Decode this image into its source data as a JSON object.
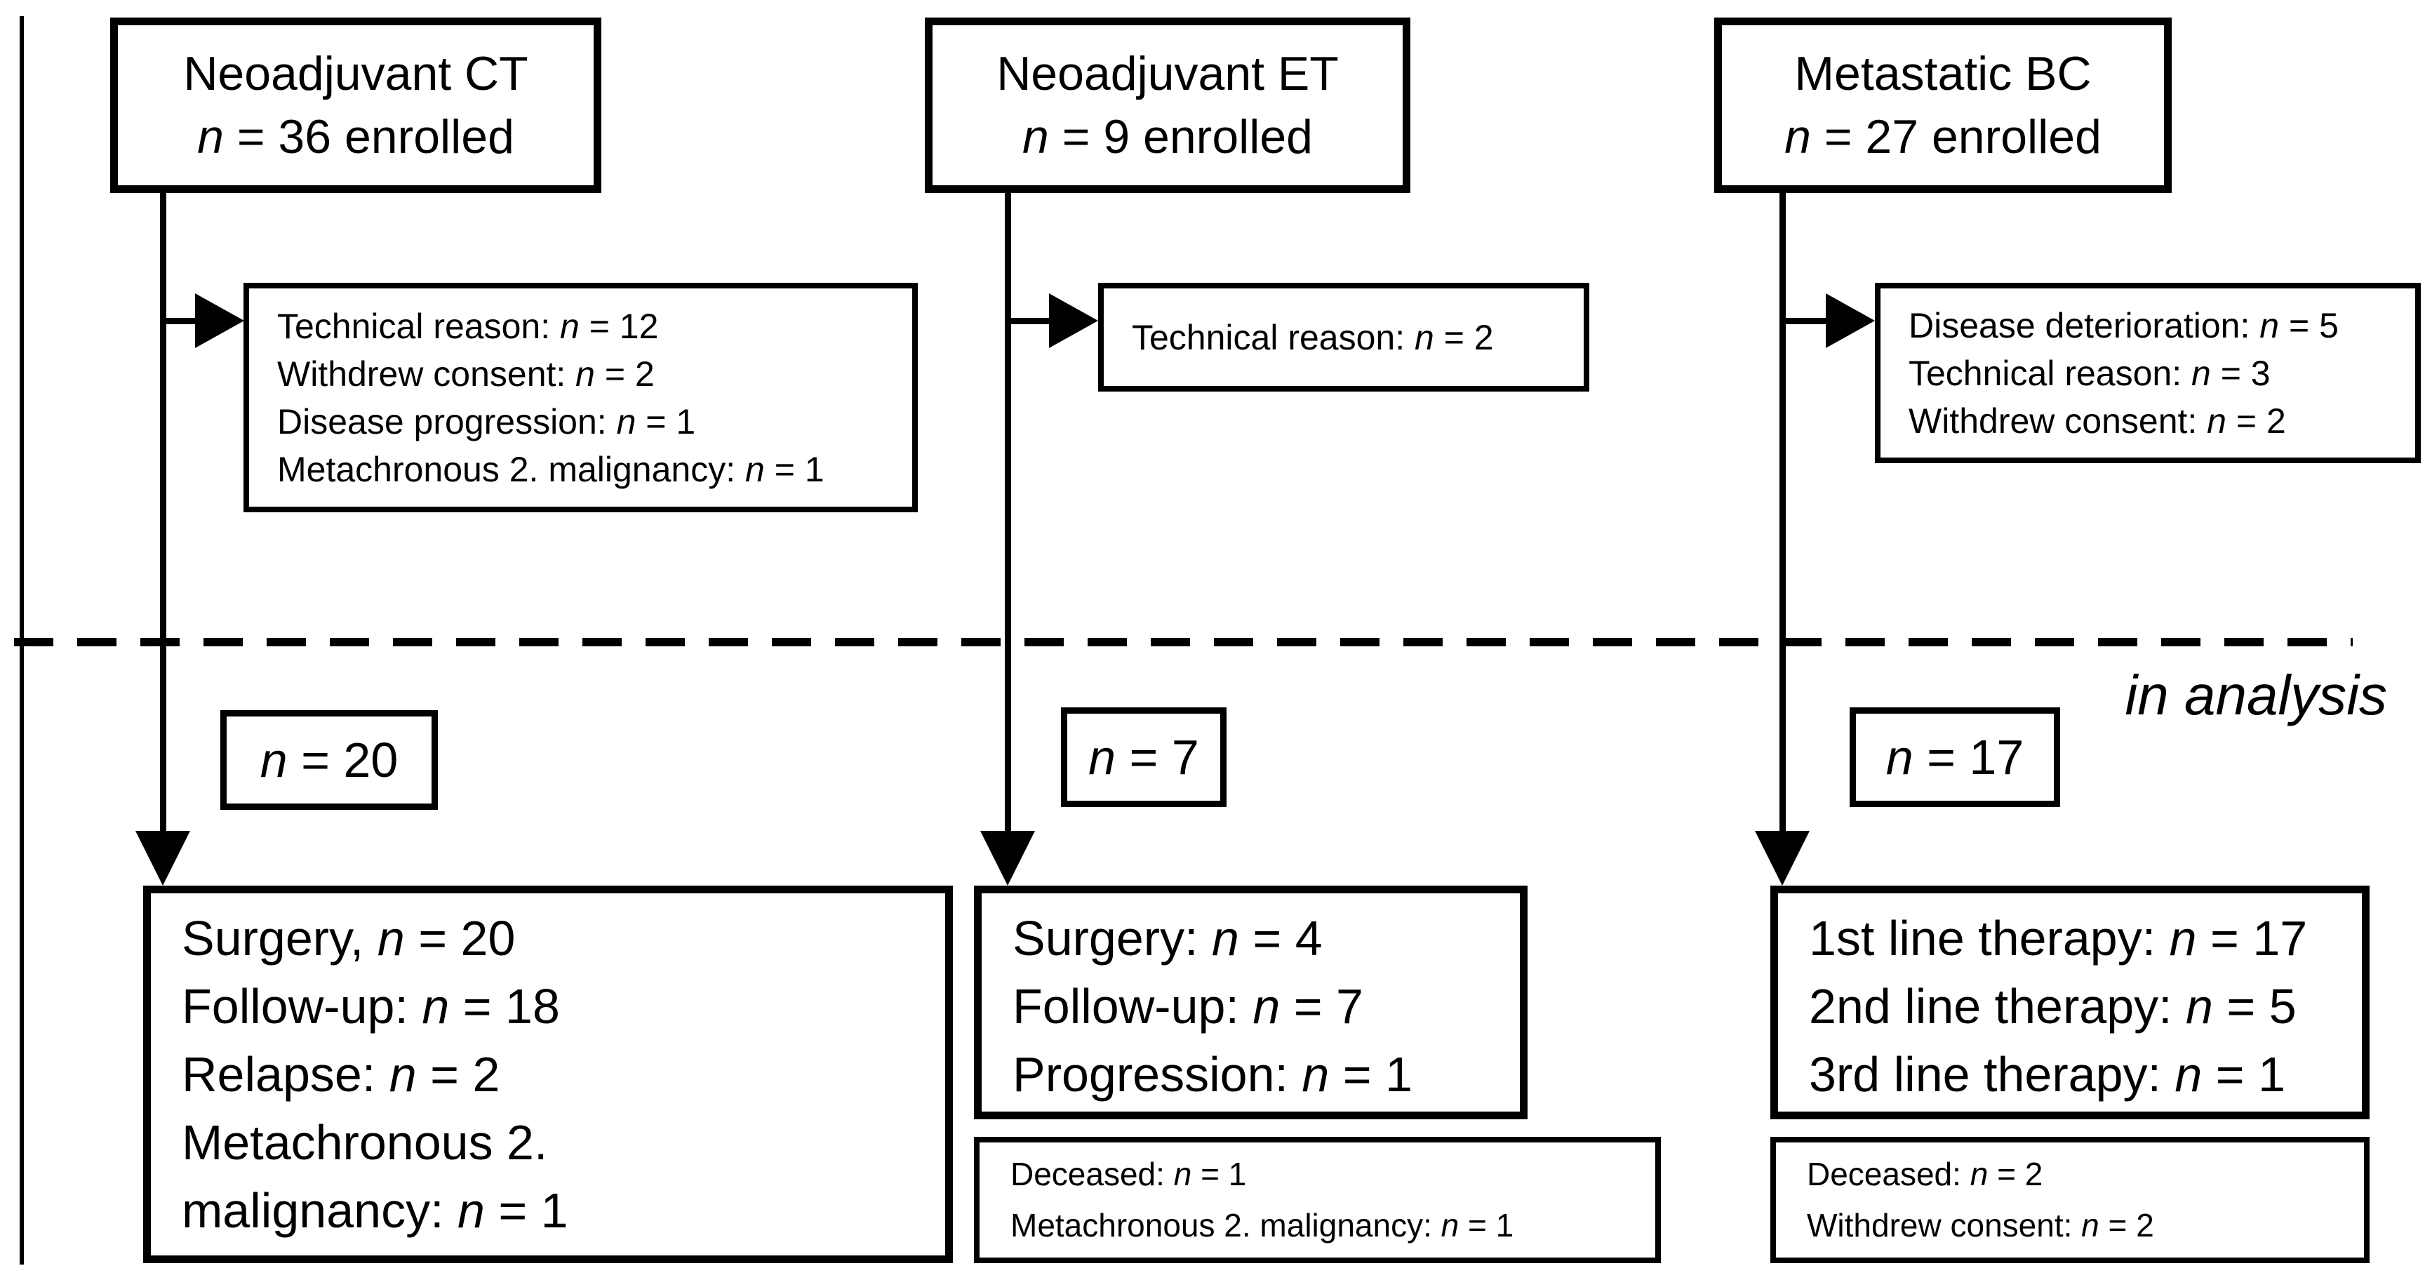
{
  "figure": {
    "in_analysis_label": "in analysis",
    "columns": [
      {
        "id": "neoadjuvant-ct",
        "top_box": {
          "line1": "Neoadjuvant CT",
          "line2": "n = 36 enrolled"
        },
        "exclusion_box": {
          "lines": [
            "Technical reason: n = 12",
            "Withdrew consent: n = 2",
            "Disease progression: n = 1",
            "Metachronous 2. malignancy: n = 1"
          ]
        },
        "n_box": "n = 20",
        "outcome_box": {
          "lines": [
            "Surgery, n = 20",
            "Follow-up: n = 18",
            "Relapse: n = 2",
            "Metachronous 2.",
            "malignancy: n = 1"
          ]
        }
      },
      {
        "id": "neoadjuvant-et",
        "top_box": {
          "line1": "Neoadjuvant ET",
          "line2": "n = 9 enrolled"
        },
        "exclusion_box": {
          "lines": [
            "Technical reason: n = 2"
          ]
        },
        "n_box": "n = 7",
        "outcome_box": {
          "lines": [
            "Surgery: n = 4",
            "Follow-up: n = 7",
            "Progression: n = 1"
          ]
        },
        "status_box": {
          "lines": [
            "Deceased: n = 1",
            "Metachronous 2. malignancy: n = 1"
          ]
        }
      },
      {
        "id": "metastatic-bc",
        "top_box": {
          "line1": "Metastatic BC",
          "line2": "n = 27 enrolled"
        },
        "exclusion_box": {
          "lines": [
            "Disease deterioration: n = 5",
            "Technical reason: n = 3",
            "Withdrew consent: n = 2"
          ]
        },
        "n_box": "n = 17",
        "outcome_box": {
          "lines": [
            "1st line therapy: n = 17",
            "2nd line therapy: n = 5",
            "3rd line therapy: n = 1"
          ]
        },
        "status_box": {
          "lines": [
            "Deceased: n = 2",
            "Withdrew consent: n = 2"
          ]
        }
      }
    ]
  }
}
